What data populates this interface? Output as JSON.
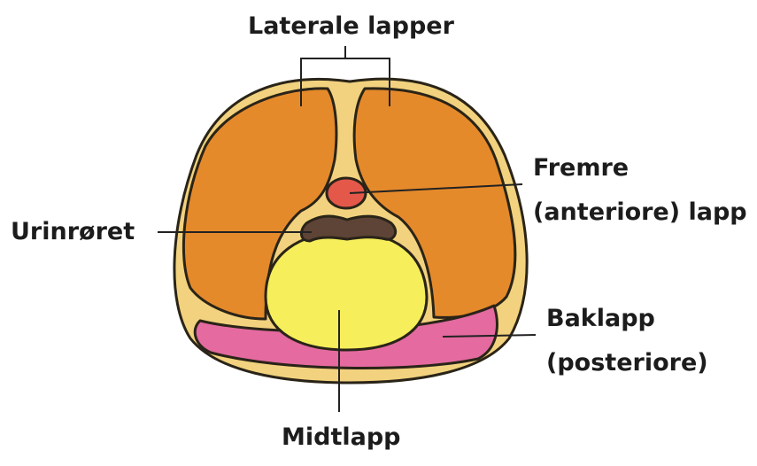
{
  "labels": {
    "lateral": "Laterale lapper",
    "anterior_line1": "Fremre",
    "anterior_line2": "(anteriore) lapp",
    "urethra": "Urinrøret",
    "posterior_line1": "Baklapp",
    "posterior_line2": "(posteriore)",
    "median": "Midtlapp"
  },
  "colors": {
    "capsule": "#f2d27e",
    "outline": "#2a2418",
    "lateral_lobe": "#e58a2a",
    "median_lobe": "#f6ee5a",
    "anterior_lobe": "#e4584a",
    "urethra": "#5e4436",
    "posterior_lobe": "#e46aa0",
    "leader_line": "#222222"
  }
}
